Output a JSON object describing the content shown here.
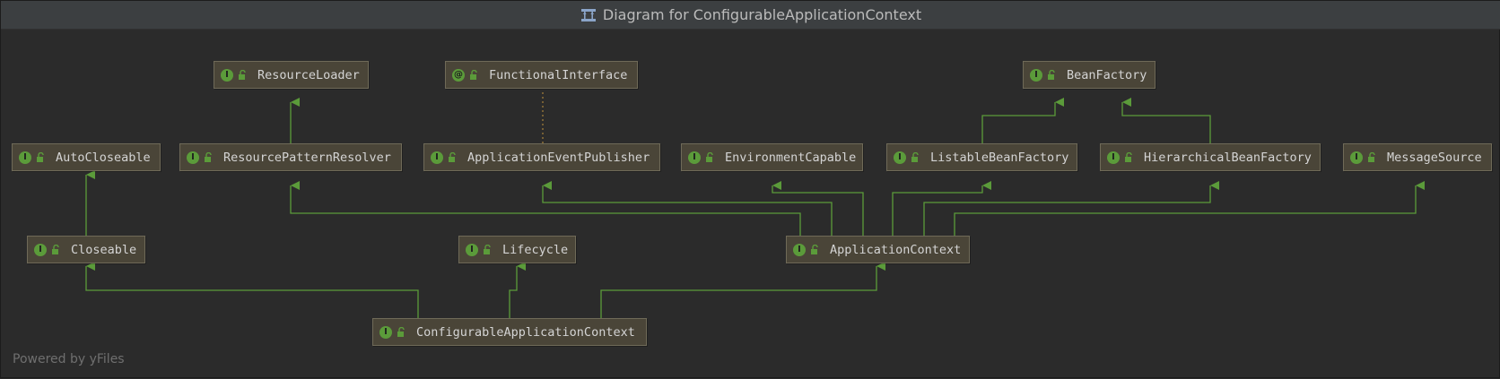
{
  "window": {
    "title": "Diagram for ConfigurableApplicationContext"
  },
  "footer": {
    "text": "Powered by yFiles"
  },
  "colors": {
    "background": "#2b2b2b",
    "node_fill": "#4a4538",
    "edge": "#5b9b3a",
    "interface_badge": "#5b9b3a"
  },
  "nodes": {
    "resource_loader": {
      "label": "ResourceLoader",
      "kind": "I"
    },
    "functional_interface": {
      "label": "FunctionalInterface",
      "kind": "@"
    },
    "bean_factory": {
      "label": "BeanFactory",
      "kind": "I"
    },
    "auto_closeable": {
      "label": "AutoCloseable",
      "kind": "I"
    },
    "resource_pattern_resolver": {
      "label": "ResourcePatternResolver",
      "kind": "I"
    },
    "application_event_publisher": {
      "label": "ApplicationEventPublisher",
      "kind": "I"
    },
    "environment_capable": {
      "label": "EnvironmentCapable",
      "kind": "I"
    },
    "listable_bean_factory": {
      "label": "ListableBeanFactory",
      "kind": "I"
    },
    "hierarchical_bean_factory": {
      "label": "HierarchicalBeanFactory",
      "kind": "I"
    },
    "message_source": {
      "label": "MessageSource",
      "kind": "I"
    },
    "closeable": {
      "label": "Closeable",
      "kind": "I"
    },
    "lifecycle": {
      "label": "Lifecycle",
      "kind": "I"
    },
    "application_context": {
      "label": "ApplicationContext",
      "kind": "I"
    },
    "configurable_application_context": {
      "label": "ConfigurableApplicationContext",
      "kind": "I"
    }
  },
  "relations": [
    {
      "from": "ResourcePatternResolver",
      "to": "ResourceLoader",
      "type": "extends"
    },
    {
      "from": "ApplicationEventPublisher",
      "to": "FunctionalInterface",
      "type": "annotated-by"
    },
    {
      "from": "ListableBeanFactory",
      "to": "BeanFactory",
      "type": "extends"
    },
    {
      "from": "HierarchicalBeanFactory",
      "to": "BeanFactory",
      "type": "extends"
    },
    {
      "from": "Closeable",
      "to": "AutoCloseable",
      "type": "extends"
    },
    {
      "from": "ApplicationContext",
      "to": "ResourcePatternResolver",
      "type": "extends"
    },
    {
      "from": "ApplicationContext",
      "to": "ApplicationEventPublisher",
      "type": "extends"
    },
    {
      "from": "ApplicationContext",
      "to": "EnvironmentCapable",
      "type": "extends"
    },
    {
      "from": "ApplicationContext",
      "to": "ListableBeanFactory",
      "type": "extends"
    },
    {
      "from": "ApplicationContext",
      "to": "HierarchicalBeanFactory",
      "type": "extends"
    },
    {
      "from": "ApplicationContext",
      "to": "MessageSource",
      "type": "extends"
    },
    {
      "from": "ConfigurableApplicationContext",
      "to": "Closeable",
      "type": "extends"
    },
    {
      "from": "ConfigurableApplicationContext",
      "to": "Lifecycle",
      "type": "extends"
    },
    {
      "from": "ConfigurableApplicationContext",
      "to": "ApplicationContext",
      "type": "extends"
    }
  ]
}
